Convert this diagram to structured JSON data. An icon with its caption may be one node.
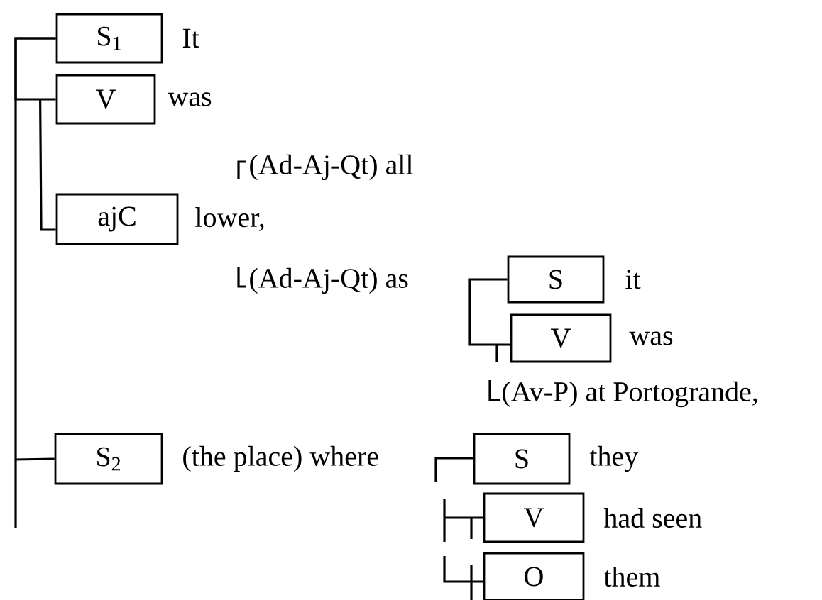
{
  "diagram": {
    "nodes": [
      {
        "text": [
          "S$_{1}$"
        ],
        "beside": [
          "It"
        ]
      },
      {
        "text": [
          "V"
        ],
        "beside": [
          "was"
        ]
      },
      {
        "text": [
          "ajC"
        ],
        "beside": [
          "lower,"
        ]
      },
      {
        "text": [
          "S"
        ],
        "beside": [
          "it"
        ]
      },
      {
        "text": [
          "V"
        ],
        "beside": [
          "was"
        ]
      },
      {
        "text": [
          "S$_{2}$"
        ],
        "beside": [
          "(the place) where"
        ]
      },
      {
        "text": [
          "S"
        ],
        "beside": [
          "they"
        ]
      },
      {
        "text": [
          "V"
        ],
        "beside": [
          "had seen"
        ]
      },
      {
        "text": [
          "O"
        ],
        "beside": [
          "them"
        ]
      }
    ],
    "edges": [
      {
        "from": 0,
        "to": 5,
        "arrow": "none"
      },
      {
        "from": 0,
        "to": 1,
        "arrow": "none"
      },
      {
        "from": 1,
        "to": 2,
        "arrow": "none"
      },
      {
        "from": 3,
        "to": 4,
        "arrow": "none"
      }
    ],
    "labels": [
      "(Ad-Aj-Qt) all",
      "(Ad-Aj-Qt) as",
      "(Av-P) at Portogrande,"
    ]
  }
}
